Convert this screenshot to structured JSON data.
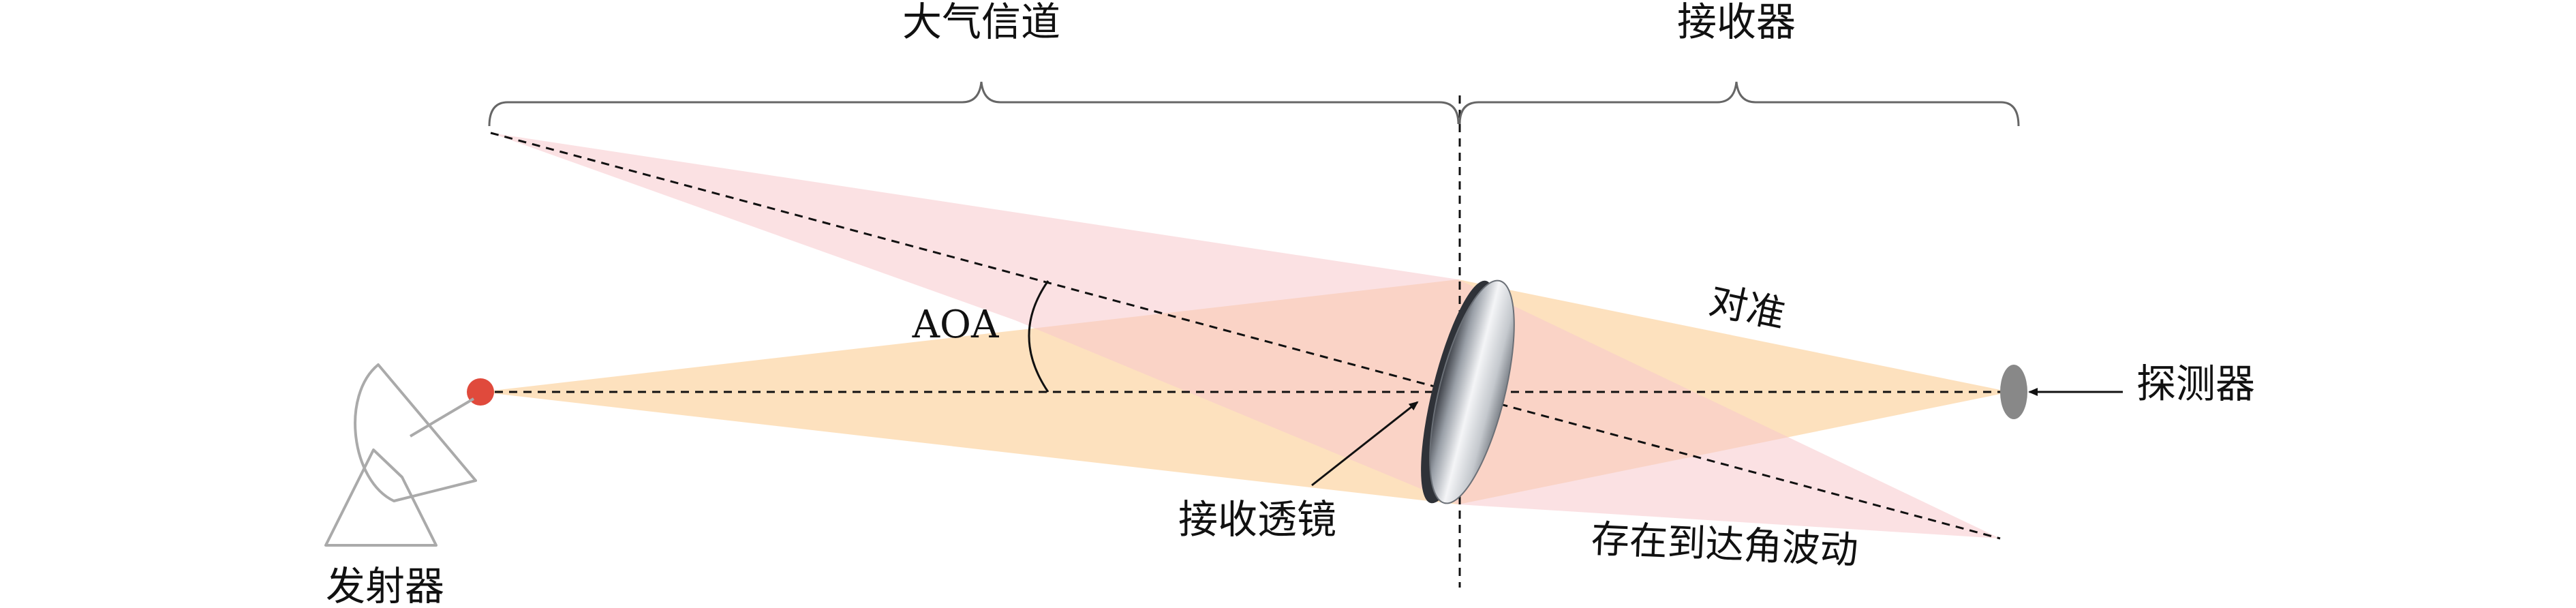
{
  "labels": {
    "channel": "大气信道",
    "receiver": "接收器",
    "transmitter": "发射器",
    "aoa": "AOA",
    "aligned": "对准",
    "detector": "探测器",
    "lens": "接收透镜",
    "fluctuation": "存在到达角波动"
  },
  "colors": {
    "orange_beam": "#fcd7a8",
    "pink_beam": "#f8c8cc",
    "source_dot": "#e04a3c",
    "dash_line": "#111111",
    "brace": "#666666",
    "detector": "#888888",
    "dish": "#aaaaaa"
  },
  "icons": {
    "transmitter": "satellite-dish-icon",
    "source": "point-source-icon",
    "lens": "convex-lens-icon",
    "detector": "detector-icon"
  }
}
